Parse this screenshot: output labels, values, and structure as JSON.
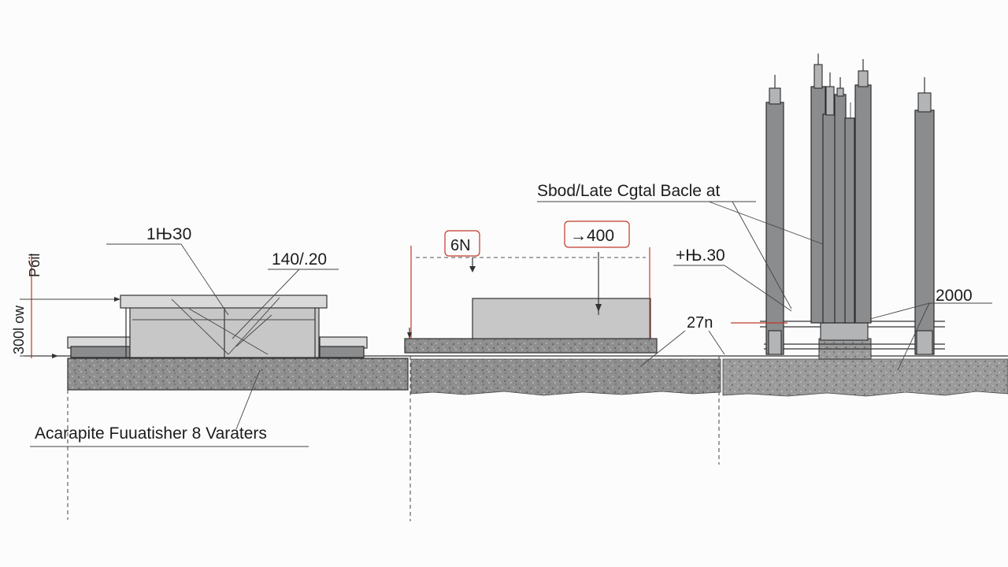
{
  "labels": {
    "top_left_dim": "1ЊЗ0",
    "mid_left_dim": "140/.20",
    "left_side_text": "Pбil",
    "left_vertical_text": "300l ow",
    "center_left_dim": "6N",
    "center_right_dim": "→400",
    "callout_top": "Sbod/Late Cgtal Bacle at",
    "callout_right_dim": "+Њ.30",
    "right_dim": "2000",
    "small_dim": "27n",
    "bottom_caption": "Acarapite Fuuatisher 8 Varaters"
  },
  "colors": {
    "ground": "#8d8d8d",
    "steel": "#8a8c8e",
    "annotation_red": "#c0392b",
    "line": "#333333"
  }
}
